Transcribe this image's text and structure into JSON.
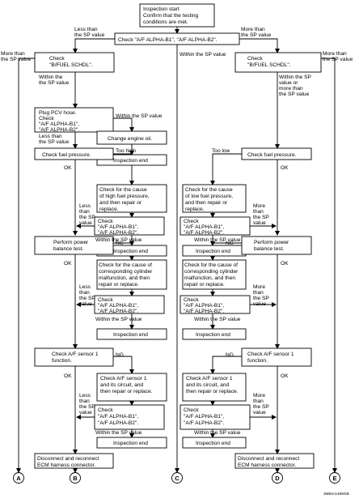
{
  "boxes": {
    "start": [
      "Inspection start",
      "Confirm that the testing",
      "conditions are met."
    ],
    "top_check": "Check \"A/F ALPHA-B1\", \"A/F ALPHA-B2\".",
    "check_label": "Check",
    "bfuel": "\"B/FUEL SCHDL\".",
    "pcv": [
      "Plug PCV hose.",
      "Check",
      "\"A/F ALPHA-B1\",",
      "\"A/F ALPHA-B2\"."
    ],
    "change_oil": "Change engine oil.",
    "inspection_end": "Inspection end",
    "fuel_pressure": "Check fuel pressure.",
    "high_fuel": [
      "Check for the cause",
      "of high fuel pressure,",
      "and then repair or",
      "replace."
    ],
    "low_fuel": [
      "Check for the cause",
      "of low fuel pressure,",
      "and then repair or",
      "replace."
    ],
    "alpha_b1": "\"A/F ALPHA-B1\",",
    "alpha_b2": "\"A/F ALPHA-B2\".",
    "power_balance": [
      "Perform power",
      "balance test."
    ],
    "cylinder": [
      "Check for the cause of",
      "corresponding cylinder",
      "malfunction, and then",
      "repair or replace."
    ],
    "af_sensor": [
      "Check A/F sensor 1",
      "function."
    ],
    "af_repair": [
      "Check A/F sensor 1",
      "and its circuit, and",
      "then repair or replace."
    ],
    "disconnect": [
      "Disconnect and reconnect",
      "ECM harness connector."
    ]
  },
  "labels": {
    "less_than": "Less than",
    "more_than": "More than",
    "sp_value": "the SP value",
    "within_sp": "Within the SP value",
    "within_the": "Within the",
    "within_sp_or": [
      "Within the SP",
      "value or",
      "more than",
      "the SP value"
    ],
    "too_high": "Too high",
    "too_low": "Too low",
    "ok": "OK",
    "ng": "NG",
    "less": "Less",
    "more": "More",
    "than": "than",
    "the_sp": "the SP",
    "value": "value"
  },
  "terminals": [
    "A",
    "B",
    "C",
    "D",
    "E"
  ],
  "figure_code": "JMBIA1486GB"
}
